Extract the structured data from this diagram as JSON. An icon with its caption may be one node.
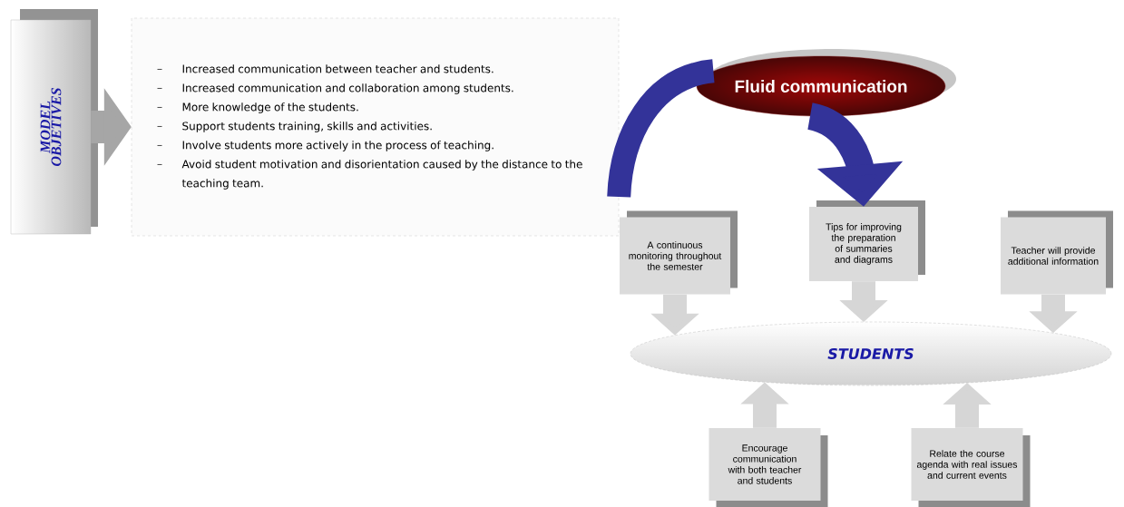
{
  "diagram": {
    "nodes": [
      {
        "text": [
          "MODEL OBJETIVES"
        ]
      },
      {
        "text": [
          "Increased communication between teacher and students.",
          "Increased communication and collaboration among students.",
          "More knowledge of the students.",
          "Support students training, skills and activities.",
          "Involve students more actively in the process of teaching.",
          "Avoid student motivation and disorientation caused by the distance to the teaching team."
        ]
      },
      {
        "text": [
          "Fluid communication"
        ]
      },
      {
        "text": [
          "A continuous monitoring throughout the semester"
        ]
      },
      {
        "text": [
          "Tips for improving the preparation of summaries and diagrams"
        ]
      },
      {
        "text": [
          "Teacher will provide additional information"
        ]
      },
      {
        "text": [
          "STUDENTS"
        ]
      },
      {
        "text": [
          "Encourage communication with both teacher and students"
        ]
      },
      {
        "text": [
          "Relate the course agenda with real issues and current events"
        ]
      }
    ],
    "edges": [
      {
        "from": 0,
        "to": 1,
        "arrow": "to",
        "color": "#a6a6a6"
      },
      {
        "from": 1,
        "to": 2,
        "arrow": "none",
        "color": "#333399"
      },
      {
        "from": 2,
        "to": 4,
        "arrow": "to",
        "color": "#333399"
      },
      {
        "from": 3,
        "to": 6,
        "arrow": "to"
      },
      {
        "from": 4,
        "to": 6,
        "arrow": "to"
      },
      {
        "from": 5,
        "to": 6,
        "arrow": "to"
      },
      {
        "from": 7,
        "to": 6,
        "arrow": "to"
      },
      {
        "from": 8,
        "to": 6,
        "arrow": "to"
      }
    ]
  }
}
